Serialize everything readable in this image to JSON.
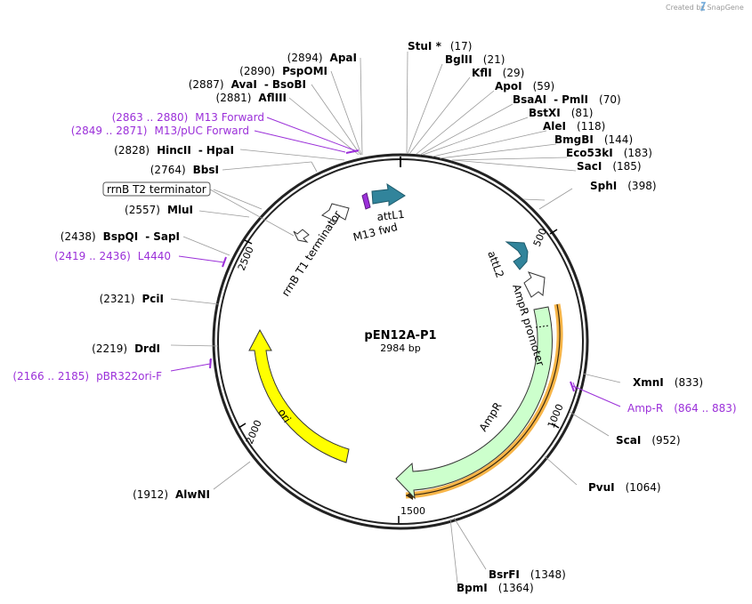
{
  "credit": "Created by SnapGene",
  "plasmid": {
    "name": "pEN12A-P1",
    "length": "2984 bp"
  },
  "ticks": [
    "500",
    "1000",
    "1500",
    "2000",
    "2500"
  ],
  "features": {
    "attL1": "attL1",
    "m13_fwd": "M13 fwd",
    "attL2": "attL2",
    "ampr_promoter": "AmpR promoter",
    "ampr": "AmpR",
    "ori": "ori",
    "rrnb_t1": "rrnB T1 terminator",
    "rrnb_t2": "rrnB T2 terminator"
  },
  "sites": [
    {
      "name": "StuI *",
      "pos": "(17)"
    },
    {
      "name": "BglII",
      "pos": "(21)"
    },
    {
      "name": "KflI",
      "pos": "(29)"
    },
    {
      "name": "ApoI",
      "pos": "(59)"
    },
    {
      "name": "BsaAI",
      "sep": "-",
      "name2": "PmlI",
      "pos": "(70)"
    },
    {
      "name": "BstXI",
      "pos": "(81)"
    },
    {
      "name": "AleI",
      "pos": "(118)"
    },
    {
      "name": "BmgBI",
      "pos": "(144)"
    },
    {
      "name": "Eco53kI",
      "pos": "(183)"
    },
    {
      "name": "SacI",
      "pos": "(185)"
    },
    {
      "name": "SphI",
      "pos": "(398)"
    },
    {
      "name": "XmnI",
      "pos": "(833)"
    },
    {
      "name": "ScaI",
      "pos": "(952)"
    },
    {
      "name": "PvuI",
      "pos": "(1064)"
    },
    {
      "name": "BsrFI",
      "pos": "(1348)"
    },
    {
      "name": "BpmI",
      "pos": "(1364)"
    },
    {
      "name": "AlwNI",
      "pos": "(1912)"
    },
    {
      "name": "DrdI",
      "pos": "(2219)"
    },
    {
      "name": "PciI",
      "pos": "(2321)"
    },
    {
      "name": "BspQI",
      "sep": "-",
      "name2": "SapI",
      "pos": "(2438)"
    },
    {
      "name": "MluI",
      "pos": "(2557)"
    },
    {
      "name": "BbsI",
      "pos": "(2764)"
    },
    {
      "name": "HincII",
      "sep": "-",
      "name2": "HpaI",
      "pos": "(2828)"
    },
    {
      "name": "AflIII",
      "pos": "(2881)"
    },
    {
      "name": "AvaI",
      "sep": "-",
      "name2": "BsoBI",
      "pos": "(2887)"
    },
    {
      "name": "PspOMI",
      "pos": "(2890)"
    },
    {
      "name": "ApaI",
      "pos": "(2894)"
    }
  ],
  "primers": [
    {
      "range": "(864 .. 883)",
      "name": "Amp-R"
    },
    {
      "range": "(2166 .. 2185)",
      "name": "pBR322ori-F"
    },
    {
      "range": "(2419 .. 2436)",
      "name": "L4440"
    },
    {
      "range": "(2849 .. 2871)",
      "name": "M13/pUC Forward"
    },
    {
      "range": "(2863 .. 2880)",
      "name": "M13 Forward"
    }
  ],
  "colors": {
    "primer": "#9b30d9",
    "ampr_fill": "#ccffcc",
    "ori_fill": "#ffff00",
    "attl_fill": "#31849b",
    "orf_highlight": "#f7b548"
  }
}
